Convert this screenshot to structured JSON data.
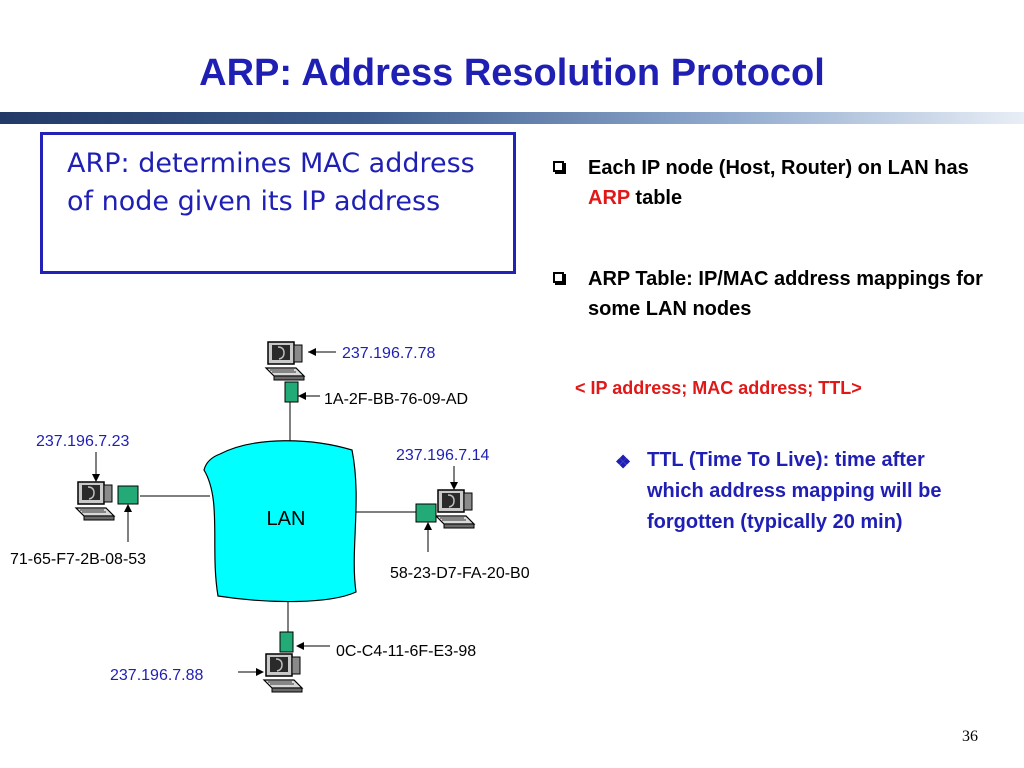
{
  "slide": {
    "title": "ARP: Address Resolution Protocol",
    "definition": "ARP: determines MAC address of node given its IP address",
    "bullets": [
      {
        "pre": "Each IP node (Host, Router) on LAN has ",
        "highlight": "ARP",
        "post": " table"
      },
      {
        "pre": "ARP Table: IP/MAC address mappings for some LAN nodes",
        "highlight": "",
        "post": ""
      }
    ],
    "format_line": "< IP address; MAC address; TTL>",
    "sub_bullet": "TTL (Time To Live): time after which address mapping will be forgotten (typically 20 min)",
    "page_number": "36"
  },
  "diagram": {
    "lan_label": "LAN",
    "nodes": {
      "top": {
        "ip": "237.196.7.78",
        "mac": "1A-2F-BB-76-09-AD"
      },
      "left": {
        "ip": "237.196.7.23",
        "mac": "71-65-F7-2B-08-53"
      },
      "right": {
        "ip": "237.196.7.14",
        "mac": "58-23-D7-FA-20-B0"
      },
      "bottom": {
        "ip": "237.196.7.88",
        "mac": "0C-C4-11-6F-E3-98"
      }
    },
    "colors": {
      "lan_cloud": "#00ffff",
      "adapter": "#22aa77",
      "title": "#1f1fb4",
      "accent": "#e01818"
    }
  }
}
